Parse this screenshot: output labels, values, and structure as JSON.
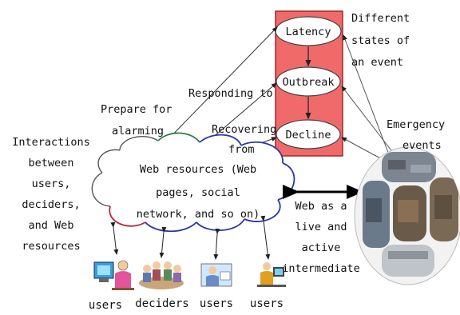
{
  "states": {
    "latency": "Latency",
    "outbreak": "Outbreak",
    "decline": "Decline"
  },
  "labels": {
    "different_states": [
      "Different",
      "states of",
      "an event"
    ],
    "interactions": [
      "Interactions",
      "between",
      "users,",
      "deciders,",
      "and Web",
      "resources"
    ],
    "prepare": [
      "Prepare for",
      "alarming"
    ],
    "responding": "Responding to",
    "recovering": [
      "Recovering",
      "from"
    ],
    "web_resources": [
      "Web resources (Web",
      "pages, social",
      "network, and so on)"
    ],
    "web_as": [
      "Web as a",
      "live and",
      "active",
      "intermediate"
    ],
    "emergency": [
      "Emergency",
      "events"
    ]
  },
  "actors": [
    "users",
    "deciders",
    "users",
    "users"
  ],
  "colors": {
    "stage_box": "#f06a6a",
    "stage_box_border": "#9c2a2a",
    "cloud_blue": "#2a36a8",
    "cloud_red": "#b02a3a",
    "cloud_green": "#2f7d4a"
  }
}
